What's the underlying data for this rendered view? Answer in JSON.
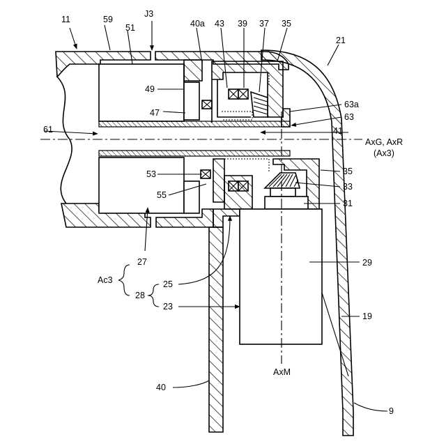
{
  "figure": {
    "labels": {
      "l11": "11",
      "l59": "59",
      "lJ3": "J3",
      "l51": "51",
      "l40a": "40a",
      "l43": "43",
      "l39": "39",
      "l37": "37",
      "l35_top": "35",
      "l21": "21",
      "l49": "49",
      "l47": "47",
      "l63a": "63a",
      "l63": "63",
      "l61": "61",
      "l41": "41",
      "lAxG": "AxG, AxR",
      "lAx3": "(Ax3)",
      "l35_bot": "35",
      "l53": "53",
      "l33": "33",
      "l55": "55",
      "l31": "31",
      "l27": "27",
      "l29": "29",
      "lAc3": "Ac3",
      "l25": "25",
      "l28": "28",
      "l23": "23",
      "l19": "19",
      "lAxM": "AxM",
      "l40": "40",
      "l9": "9"
    }
  }
}
